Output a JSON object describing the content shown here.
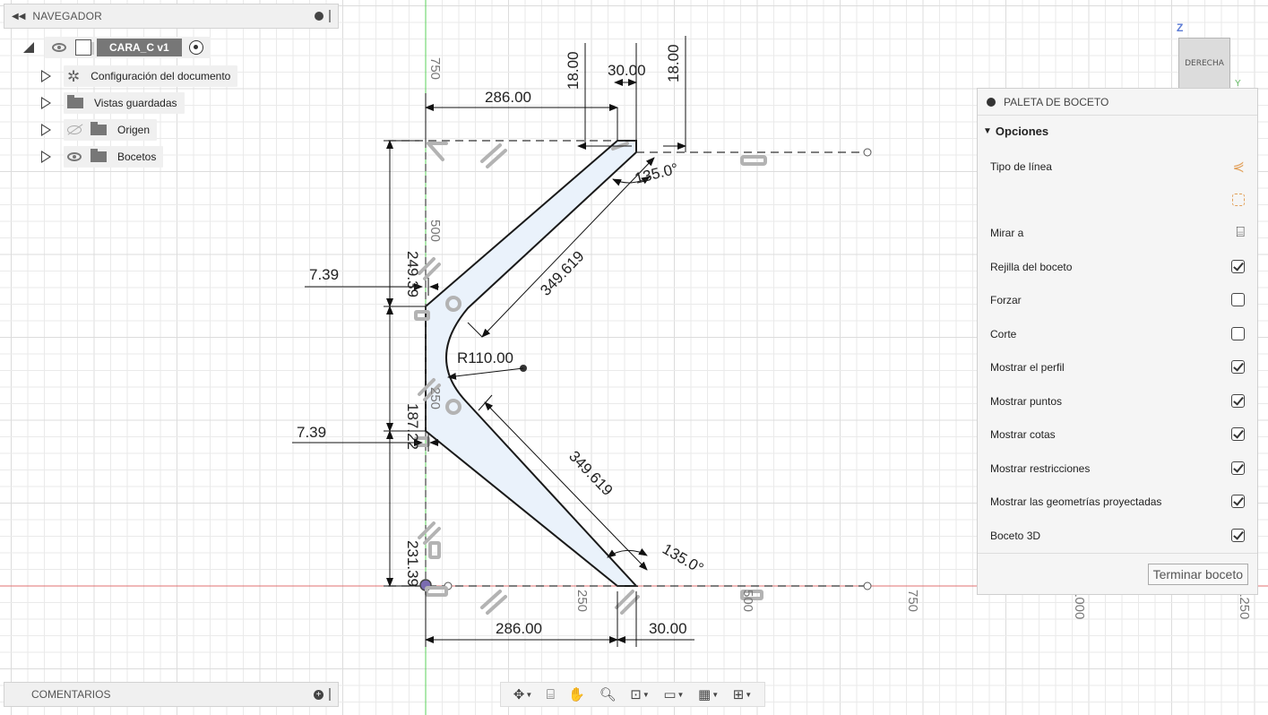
{
  "navigator": {
    "title": "NAVEGADOR",
    "component_name": "CARA_C v1",
    "items": [
      {
        "label": "Configuración del documento",
        "icon": "gear-icon"
      },
      {
        "label": "Vistas guardadas",
        "icon": "folder-icon"
      },
      {
        "label": "Origen",
        "icon": "folder-icon",
        "visibility": "hidden"
      },
      {
        "label": "Bocetos",
        "icon": "folder-icon",
        "visibility": "visible"
      }
    ]
  },
  "comments": {
    "title": "COMENTARIOS"
  },
  "viewcube": {
    "face": "DERECHA",
    "axis_z": "Z",
    "axis_y": "Y"
  },
  "palette": {
    "title": "PALETA DE BOCETO",
    "section": "Opciones",
    "options": [
      {
        "label": "Tipo de línea",
        "control": "linetype-icon"
      },
      {
        "label": "",
        "control": "construction-icon"
      },
      {
        "label": "Mirar a",
        "control": "look-at-icon"
      },
      {
        "label": "Rejilla del boceto",
        "checked": true
      },
      {
        "label": "Forzar",
        "checked": false
      },
      {
        "label": "Corte",
        "checked": false
      },
      {
        "label": "Mostrar el perfil",
        "checked": true
      },
      {
        "label": "Mostrar puntos",
        "checked": true
      },
      {
        "label": "Mostrar cotas",
        "checked": true
      },
      {
        "label": "Mostrar restricciones",
        "checked": true
      },
      {
        "label": "Mostrar las geometrías proyectadas",
        "checked": true
      },
      {
        "label": "Boceto 3D",
        "checked": true
      }
    ],
    "finish_button": "Terminar boceto"
  },
  "toolbar": {
    "tools": [
      "orbit-icon",
      "look-at-icon",
      "pan-icon",
      "zoom-icon",
      "fit-icon",
      "display-icon",
      "grid-icon",
      "viewports-icon"
    ]
  },
  "sketch": {
    "ruler_labels": [
      "750",
      "500",
      "250",
      "250",
      "500",
      "750",
      "1000",
      "1250"
    ],
    "dimensions": {
      "top_width": "286.00",
      "top_thickness": "30.00",
      "top_offset_left": "18.00",
      "top_offset_right": "18.00",
      "left_upper_height": "249.39",
      "gap_upper": "7.39",
      "middle_height": "187.22",
      "gap_lower": "7.39",
      "left_lower_height": "231.39",
      "upper_arm_length": "349.619",
      "lower_arm_length": "349.619",
      "radius": "R110.00",
      "angle_top": "135.0°",
      "angle_bottom": "135.0°",
      "bottom_width": "286.00",
      "bottom_thickness": "30.00"
    }
  },
  "colors": {
    "grid_minor": "#eaeaea",
    "grid_major": "#dcdcdc",
    "axis_green": "#5bd15b",
    "axis_red": "#e07070",
    "profile_fill": "#eaf2fb",
    "sketch_line": "#1a1a1a",
    "accent_blue": "#5b7bd5"
  }
}
